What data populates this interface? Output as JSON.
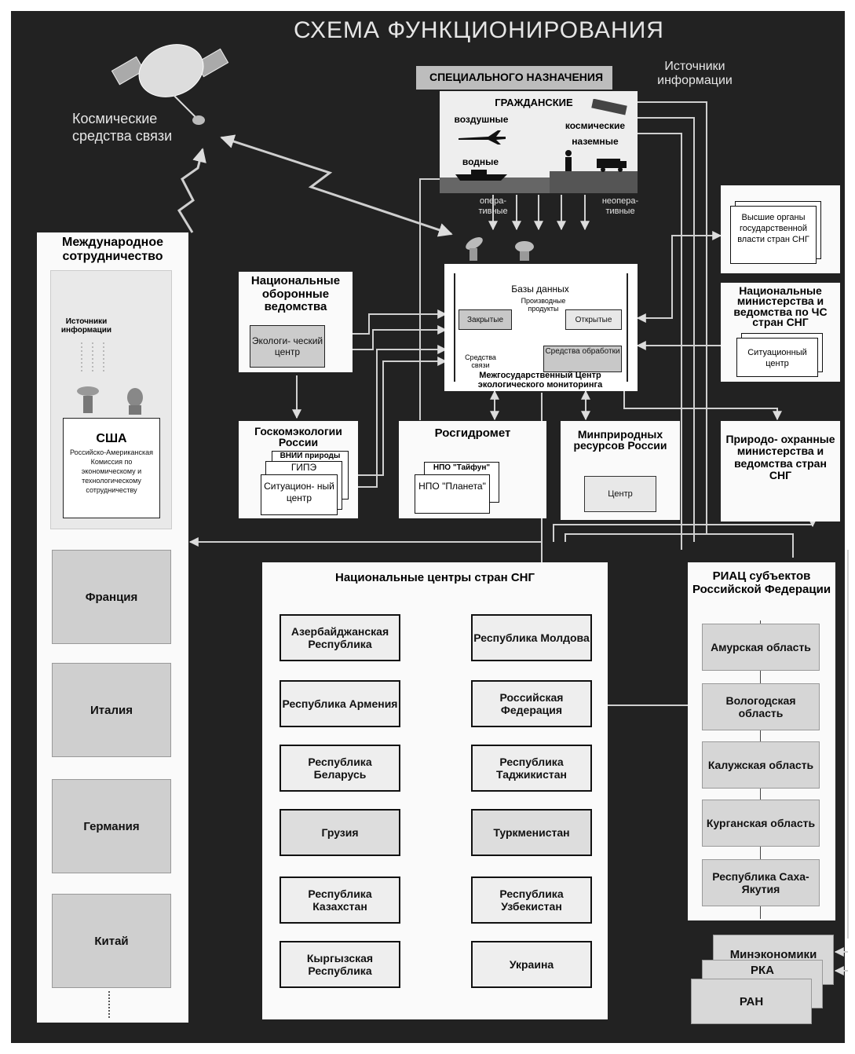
{
  "title": "СХЕМА ФУНКЦИОНИРОВАНИЯ",
  "space": {
    "label": "Космические средства связи"
  },
  "sources": {
    "heading": "Источники информации",
    "special": "СПЕЦИАЛЬНОГО НАЗНАЧЕНИЯ",
    "civil": "ГРАЖДАНСКИЕ",
    "air": "воздушные",
    "space": "космические",
    "ground": "наземные",
    "water": "водные",
    "operational": "опера- тивные",
    "nonoperational": "неопера- тивные"
  },
  "international": {
    "title": "Международное сотрудничество",
    "sources": "Источники информации",
    "usa_title": "США",
    "usa_desc": "Российско-Американская Комиссия по экономическому и технологическому сотрудничеству",
    "countries": [
      "Франция",
      "Италия",
      "Германия",
      "Китай"
    ]
  },
  "defense": {
    "title": "Национальные оборонные ведомства",
    "center": "Экологи- ческий центр"
  },
  "center": {
    "databases": "Базы данных",
    "derived": "Производные продукты",
    "closed": "Закрытые",
    "open": "Открытые",
    "comm": "Средства связи",
    "processing": "Средства обработки",
    "name": "Межгосударственный Центр экологического мониторинга"
  },
  "authorities": {
    "text": "Высшие органы государственной власти стран СНГ"
  },
  "emergency": {
    "title": "Национальные министерства и ведомства по ЧС стран СНГ",
    "center": "Ситуационный центр"
  },
  "goskom": {
    "title": "Госкомэкологии России",
    "items": [
      "ВНИИ природы",
      "ГИПЭ",
      "Ситуацион- ный центр"
    ]
  },
  "rosgidromet": {
    "title": "Росгидромет",
    "items": [
      "НПО \"Тайфун\"",
      "НПО \"Планета\""
    ]
  },
  "minprirod": {
    "title": "Минприродных ресурсов России",
    "center": "Центр"
  },
  "nature_ministries": {
    "title": "Природо- охранные министерства и ведомства стран СНГ"
  },
  "cis_centers": {
    "title": "Национальные центры стран СНГ",
    "left": [
      "Азербайджанская Республика",
      "Республика Армения",
      "Республика Беларусь",
      "Грузия",
      "Республика Казахстан",
      "Кыргызская Республика"
    ],
    "right": [
      "Республика Молдова",
      "Российская Федерация",
      "Республика Таджикистан",
      "Туркменистан",
      "Республика Узбекистан",
      "Украина"
    ]
  },
  "riac": {
    "title": "РИАЦ субъектов Российской Федерации",
    "items": [
      "Амурская область",
      "Вологодская область",
      "Калужская область",
      "Курганская область",
      "Республика Саха-Якутия"
    ]
  },
  "bottom_stack": [
    "Минэкономики",
    "РКА",
    "РАН"
  ]
}
